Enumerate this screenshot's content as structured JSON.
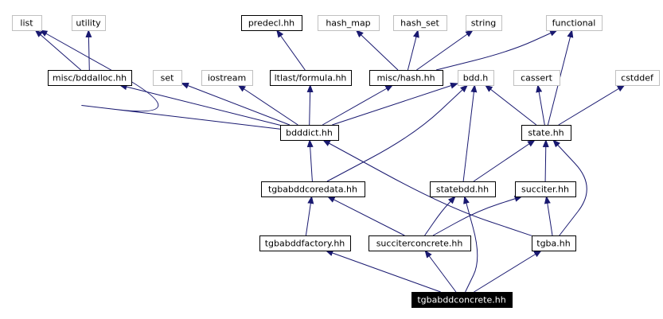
{
  "diagram": {
    "colors": {
      "edge": "#191970",
      "node_border": "#000000",
      "external_border": "#c0c0c0",
      "node_fill": "#ffffff",
      "focus_fill": "#000000",
      "focus_text": "#ffffff",
      "text": "#000000"
    },
    "nodes": [
      {
        "id": "list",
        "label": "list",
        "kind": "external"
      },
      {
        "id": "utility",
        "label": "utility",
        "kind": "external"
      },
      {
        "id": "predecl",
        "label": "predecl.hh",
        "kind": "header"
      },
      {
        "id": "hash_map",
        "label": "hash_map",
        "kind": "external"
      },
      {
        "id": "hash_set",
        "label": "hash_set",
        "kind": "external"
      },
      {
        "id": "string",
        "label": "string",
        "kind": "external"
      },
      {
        "id": "functional",
        "label": "functional",
        "kind": "external"
      },
      {
        "id": "bddalloc",
        "label": "misc/bddalloc.hh",
        "kind": "header"
      },
      {
        "id": "set",
        "label": "set",
        "kind": "external"
      },
      {
        "id": "iostream",
        "label": "iostream",
        "kind": "external"
      },
      {
        "id": "formula",
        "label": "ltlast/formula.hh",
        "kind": "header"
      },
      {
        "id": "hash",
        "label": "misc/hash.hh",
        "kind": "header"
      },
      {
        "id": "bdd",
        "label": "bdd.h",
        "kind": "external"
      },
      {
        "id": "cassert",
        "label": "cassert",
        "kind": "external"
      },
      {
        "id": "cstddef",
        "label": "cstddef",
        "kind": "external"
      },
      {
        "id": "bdddict",
        "label": "bdddict.hh",
        "kind": "header"
      },
      {
        "id": "state",
        "label": "state.hh",
        "kind": "header"
      },
      {
        "id": "coredata",
        "label": "tgbabddcoredata.hh",
        "kind": "header"
      },
      {
        "id": "statebdd",
        "label": "statebdd.hh",
        "kind": "header"
      },
      {
        "id": "succiter",
        "label": "succiter.hh",
        "kind": "header"
      },
      {
        "id": "factory",
        "label": "tgbabddfactory.hh",
        "kind": "header"
      },
      {
        "id": "succiterconcrete",
        "label": "succiterconcrete.hh",
        "kind": "header"
      },
      {
        "id": "tgba",
        "label": "tgba.hh",
        "kind": "header"
      },
      {
        "id": "concrete",
        "label": "tgbabddconcrete.hh",
        "kind": "focus"
      }
    ],
    "edges": [
      {
        "from": "bddalloc",
        "to": "list"
      },
      {
        "from": "bddalloc",
        "to": "utility"
      },
      {
        "from": "formula",
        "to": "predecl"
      },
      {
        "from": "hash",
        "to": "hash_map"
      },
      {
        "from": "hash",
        "to": "hash_set"
      },
      {
        "from": "hash",
        "to": "string"
      },
      {
        "from": "hash",
        "to": "functional"
      },
      {
        "from": "bdddict",
        "to": "list"
      },
      {
        "from": "bdddict",
        "to": "bddalloc"
      },
      {
        "from": "bdddict",
        "to": "set"
      },
      {
        "from": "bdddict",
        "to": "iostream"
      },
      {
        "from": "bdddict",
        "to": "formula"
      },
      {
        "from": "bdddict",
        "to": "hash"
      },
      {
        "from": "bdddict",
        "to": "bdd"
      },
      {
        "from": "state",
        "to": "bdd"
      },
      {
        "from": "state",
        "to": "cassert"
      },
      {
        "from": "state",
        "to": "functional"
      },
      {
        "from": "state",
        "to": "cstddef"
      },
      {
        "from": "coredata",
        "to": "bdddict"
      },
      {
        "from": "coredata",
        "to": "bdd"
      },
      {
        "from": "statebdd",
        "to": "bdd"
      },
      {
        "from": "statebdd",
        "to": "state"
      },
      {
        "from": "succiter",
        "to": "state"
      },
      {
        "from": "factory",
        "to": "coredata"
      },
      {
        "from": "succiterconcrete",
        "to": "coredata"
      },
      {
        "from": "succiterconcrete",
        "to": "statebdd"
      },
      {
        "from": "succiterconcrete",
        "to": "succiter"
      },
      {
        "from": "tgba",
        "to": "bdddict"
      },
      {
        "from": "tgba",
        "to": "state"
      },
      {
        "from": "tgba",
        "to": "succiter"
      },
      {
        "from": "concrete",
        "to": "factory"
      },
      {
        "from": "concrete",
        "to": "succiterconcrete"
      },
      {
        "from": "concrete",
        "to": "tgba"
      },
      {
        "from": "concrete",
        "to": "statebdd"
      }
    ]
  }
}
